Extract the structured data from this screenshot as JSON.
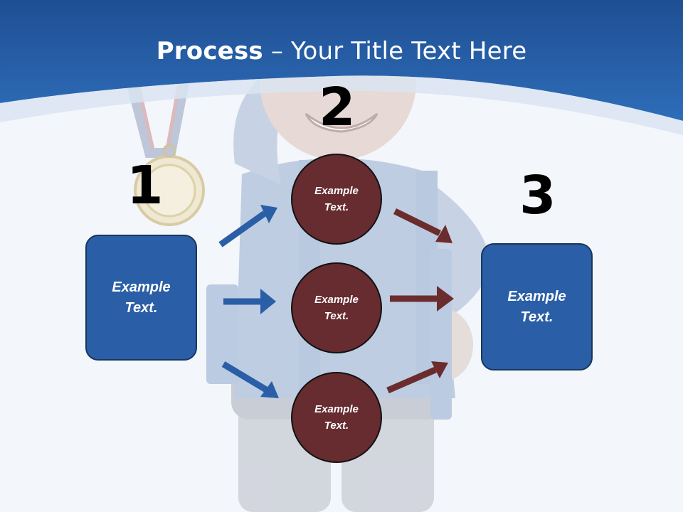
{
  "title": {
    "bold": "Process",
    "rest": " – Your Title Text Here"
  },
  "steps": [
    {
      "number": "1",
      "box_text": "Example\nText."
    },
    {
      "number": "2",
      "circles": [
        "Example\nText.",
        "Example\nText.",
        "Example\nText."
      ]
    },
    {
      "number": "3",
      "box_text": "Example\nText."
    }
  ],
  "colors": {
    "header_blue": "#2a63ad",
    "box_blue": "#2a5ea6",
    "circle_maroon": "#662c30",
    "arrow_blue": "#2a5ea6",
    "arrow_maroon": "#6b2c2e"
  },
  "background_image": "cartoon-character-with-medal"
}
